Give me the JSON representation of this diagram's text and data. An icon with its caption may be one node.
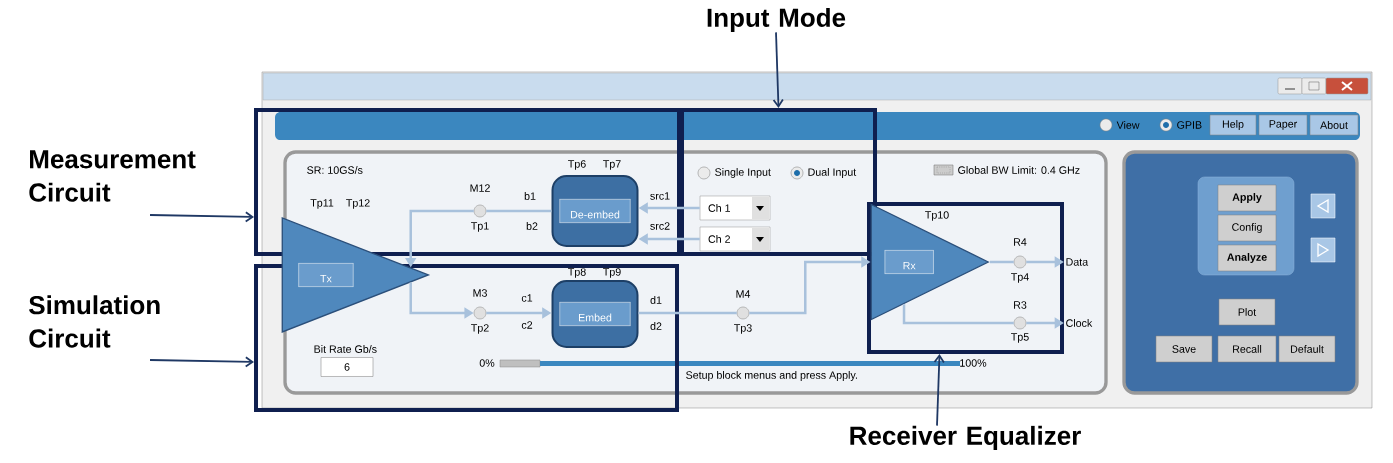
{
  "diagram": {
    "nodes": [
      {
        "text": [
          "Input Mode"
        ]
      },
      {
        "text": [
          "Measurement Circuit"
        ]
      },
      {
        "text": [
          "Simulation Circuit"
        ]
      },
      {
        "text": [
          "Receiver Equalizer"
        ]
      },
      {
        "text": [],
        "shape": "box"
      },
      {
        "text": [],
        "shape": "box"
      },
      {
        "text": [],
        "shape": "box"
      },
      {
        "text": [],
        "shape": "box"
      },
      {
        "text": [
          "Tx"
        ]
      },
      {
        "text": [],
        "shape": "circle",
        "beside": [
          "M12",
          "Tp1"
        ],
        "in": 4
      },
      {
        "text": [
          "De-embed"
        ],
        "beside": [
          "Tp6",
          "Tp7"
        ],
        "in": 4
      },
      {
        "text": [
          "Ch 1"
        ],
        "in": 5
      },
      {
        "text": [
          "Ch 2"
        ],
        "in": 5
      },
      {
        "text": [],
        "shape": "circle",
        "beside": [
          "M3",
          "Tp2"
        ],
        "in": 6
      },
      {
        "text": [
          "Embed"
        ],
        "beside": [
          "Tp8",
          "Tp9"
        ],
        "in": 6
      },
      {
        "text": [],
        "shape": "circle",
        "beside": [
          "M4",
          "Tp3"
        ]
      },
      {
        "text": [
          "Rx"
        ],
        "beside": [
          "Tp10"
        ],
        "in": 7
      },
      {
        "text": [],
        "shape": "circle",
        "beside": [
          "R4",
          "Tp4"
        ],
        "in": 7
      },
      {
        "text": [
          "Data"
        ]
      },
      {
        "text": [],
        "shape": "circle",
        "beside": [
          "R3",
          "Tp5"
        ],
        "in": 7
      },
      {
        "text": [
          "Clock"
        ]
      },
      {
        "text": [
          "Help"
        ]
      },
      {
        "text": [
          "Paper"
        ]
      },
      {
        "text": [
          "About"
        ]
      },
      {
        "text": [
          "Apply"
        ]
      },
      {
        "text": [
          "Config"
        ]
      },
      {
        "text": [
          "Analyze"
        ]
      },
      {
        "text": [
          "Plot"
        ]
      },
      {
        "text": [
          "Save"
        ]
      },
      {
        "text": [
          "Recall"
        ]
      },
      {
        "text": [
          "Default"
        ]
      },
      {
        "text": [
          "6"
        ],
        "in": 6
      }
    ],
    "edges": [
      {
        "from": 0,
        "to": 5,
        "arrow": "to",
        "color": "#1f3864"
      },
      {
        "from": 1,
        "to": 4,
        "arrow": "to",
        "color": "#1f3864"
      },
      {
        "from": 2,
        "to": 6,
        "arrow": "to",
        "color": "#1f3864"
      },
      {
        "from": 3,
        "to": 7,
        "arrow": "to",
        "color": "#1f3864"
      },
      {
        "from": 11,
        "to": 10,
        "arrow": "to"
      },
      {
        "from": 12,
        "to": 10,
        "arrow": "to"
      },
      {
        "from": 10,
        "to": 9,
        "arrow": "none"
      },
      {
        "from": 9,
        "to": 8,
        "arrow": "to"
      },
      {
        "from": 8,
        "to": 13,
        "arrow": "to"
      },
      {
        "from": 13,
        "to": 14,
        "arrow": "to"
      },
      {
        "from": 14,
        "to": 15,
        "arrow": "none"
      },
      {
        "from": 15,
        "to": 16,
        "arrow": "to"
      },
      {
        "from": 16,
        "to": 17,
        "arrow": "none"
      },
      {
        "from": 17,
        "to": 18,
        "arrow": "to"
      },
      {
        "from": 16,
        "to": 19,
        "arrow": "none"
      },
      {
        "from": 19,
        "to": 20,
        "arrow": "to"
      }
    ],
    "labels": [
      "View",
      "GPIB",
      "SR: 10GS/s",
      "Tp11",
      "Tp12",
      "Single Input",
      "Dual Input",
      "Global BW Limit: 0.4 GHz",
      "b1",
      "src1",
      "b2",
      "src2",
      "c1",
      "d1",
      "c2",
      "d2",
      "Bit Rate Gb/s",
      "0%",
      "100%",
      "Setup block menus and press Apply."
    ]
  }
}
